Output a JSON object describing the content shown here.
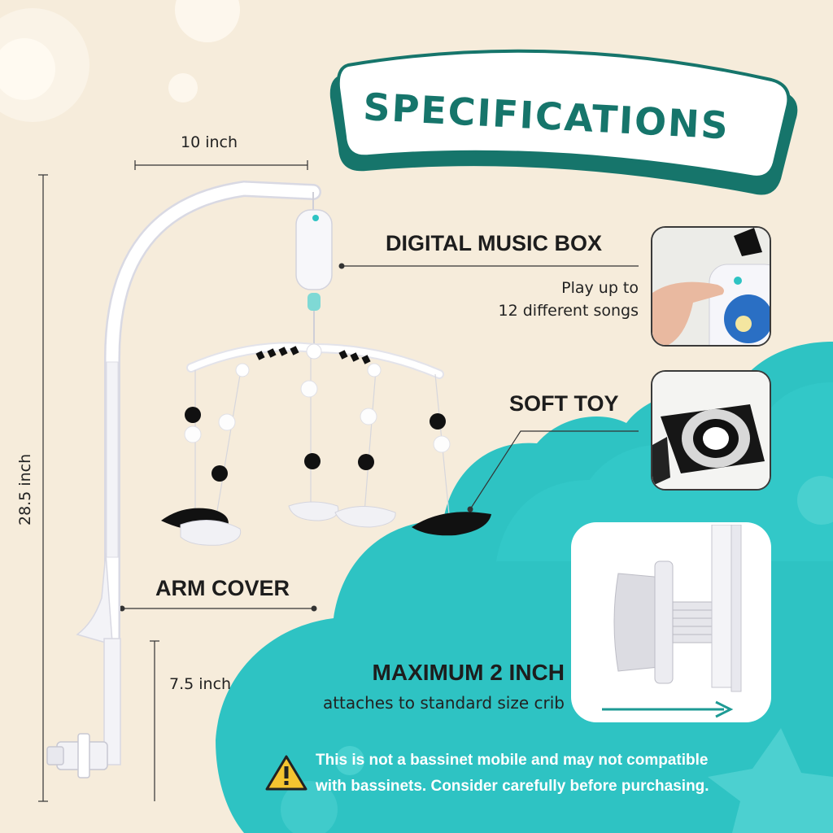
{
  "title": "SPECIFICATIONS",
  "dimensions": {
    "width": "10 inch",
    "height": "28.5 inch",
    "lower": "7.5 inch"
  },
  "features": {
    "music_box": {
      "heading": "DIGITAL MUSIC BOX",
      "line1": "Play up to",
      "line2": "12 different songs"
    },
    "soft_toy": {
      "heading": "SOFT TOY"
    },
    "arm_cover": {
      "heading": "ARM COVER"
    },
    "clamp": {
      "heading": "MAXIMUM 2 INCH",
      "subtitle": "attaches to standard size crib"
    }
  },
  "warning": {
    "line1": "This is not a bassinet mobile and may not compatible",
    "line2": "with bassinets. Consider carefully before purchasing."
  },
  "colors": {
    "background": "#f6ecdb",
    "teal": "#2ec3c3",
    "teal_dark": "#16756b",
    "warning_yellow": "#f4c430"
  },
  "icons": [
    "warning-icon",
    "arrow-right-icon"
  ]
}
